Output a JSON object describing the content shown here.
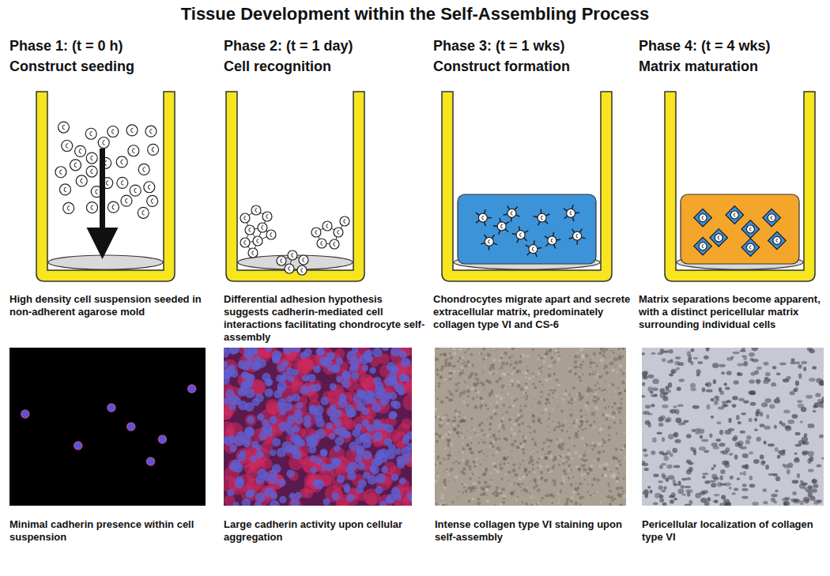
{
  "diagram": {
    "title": "Tissue Development within the Self-Assembling Process",
    "nodes": [
      {
        "text": [
          "Phase 1: (t = 0 h)",
          "Construct seeding",
          "High density cell suspension seeded in non-adherent agarose mold"
        ]
      },
      {
        "text": [
          "Phase 2: (t = 1 day)",
          "Cell recognition",
          "Differential adhesion hypothesis suggests cadherin-mediated cell interactions facilitating chondrocyte self-assembly"
        ]
      },
      {
        "text": [
          "Phase 3: (t = 1 wks)",
          "Construct formation",
          "Chondrocytes migrate apart and secrete extracellular matrix, predominately collagen type VI and CS-6"
        ]
      },
      {
        "text": [
          "Phase 4: (t = 4 wks)",
          "Matrix maturation",
          "Matrix separations become apparent, with a distinct pericellular matrix surrounding individual cells"
        ]
      },
      {
        "text": [
          "Minimal cadherin presence within cell suspension"
        ]
      },
      {
        "text": [
          "Large cadherin activity upon cellular aggregation"
        ]
      },
      {
        "text": [
          "Intense collagen type VI staining upon self-assembly"
        ]
      },
      {
        "text": [
          "Pericellular localization of collagen type VI"
        ]
      }
    ]
  }
}
